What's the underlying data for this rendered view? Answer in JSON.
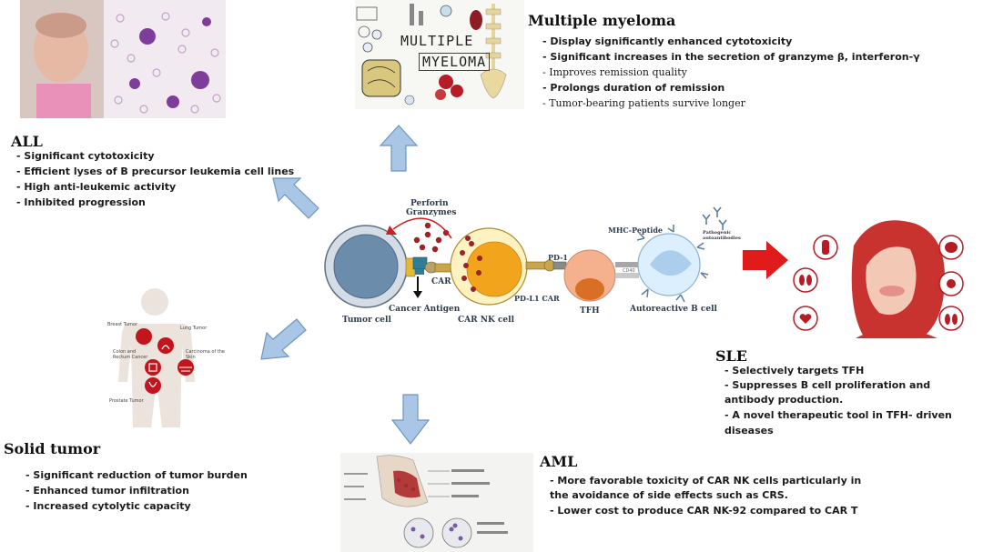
{
  "center": {
    "perforin": "Perforin",
    "granzymes": "Granzymes",
    "car": "CAR",
    "pd1": "PD-1",
    "mhc_peptide": "MHC-Peptide",
    "pathogenic_autoantibodies": "Pathogenic\nautoantibodies",
    "tumor_cell": "Tumor cell",
    "cancer_antigen": "Cancer Antigen",
    "car_nk_cell": "CAR NK cell",
    "pd_l1_car": "PD-L1 CAR",
    "tfh": "TFH",
    "autoreactive_b_cell": "Autoreactive B cell",
    "cd40": "CD40"
  },
  "multiple_myeloma": {
    "title": "Multiple myeloma",
    "image_text_1": "MULTIPLE",
    "image_text_2": "MYELOMA",
    "points": [
      "Display significantly enhanced cytotoxicity",
      "Significant increases in the secretion of granzyme β, interferon-γ",
      "Improves remission quality",
      "Prolongs duration of remission",
      "Tumor-bearing patients survive longer"
    ]
  },
  "all": {
    "title": "ALL",
    "points": [
      "Significant cytotoxicity",
      "Efficient lyses of B precursor leukemia cell lines",
      "High anti-leukemic activity",
      "Inhibited progression"
    ]
  },
  "sle": {
    "title": "SLE",
    "points": [
      "Selectively targets TFH",
      "Suppresses B cell proliferation and antibody production.",
      "A novel therapeutic tool in TFH- driven diseases"
    ]
  },
  "solid_tumor": {
    "title": "Solid tumor",
    "body_labels": {
      "breast": "Breast Tumor",
      "lung": "Lung Tumor",
      "colon": "Colon and\nRectum Cancer",
      "skin": "Carcinoma of the\nSkin",
      "prostate": "Prostate Tumor"
    },
    "points": [
      "Significant reduction of tumor burden",
      "Enhanced tumor infiltration",
      "Increased cytolytic capacity"
    ]
  },
  "aml": {
    "title": "AML",
    "points": [
      "More favorable toxicity of CAR NK cells particularly in the avoidance of side effects such as CRS.",
      "Lower cost to produce CAR NK-92 compared to CAR T"
    ]
  },
  "colors": {
    "arrow_blue": "#a9c6e6",
    "arrow_stroke": "#6f95bf",
    "red_arrow": "#e01b1b",
    "nk_cell": "#f2a51c",
    "tumor_cell": "#6c8cab",
    "tfh": "#f5b08d"
  }
}
